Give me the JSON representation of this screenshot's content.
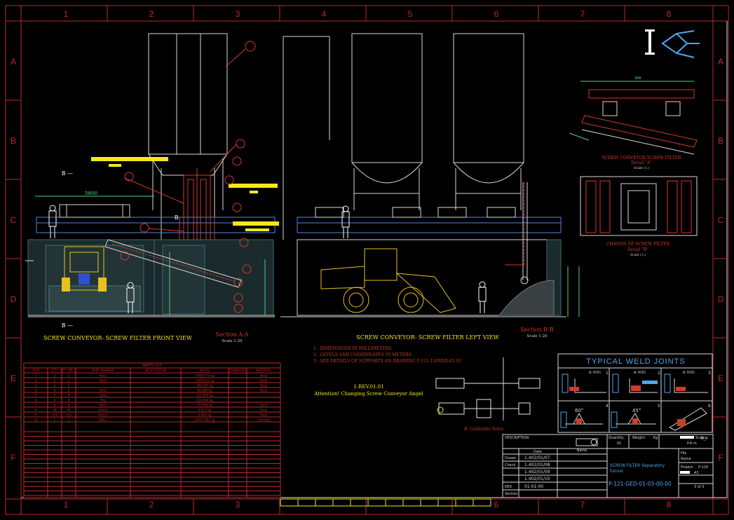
{
  "border": {
    "columns": [
      "1",
      "2",
      "3",
      "4",
      "5",
      "6",
      "7",
      "8"
    ],
    "rows": [
      "A",
      "B",
      "C",
      "D",
      "E",
      "F"
    ]
  },
  "views": {
    "front_title": "SCREW CONVEYOR-  SCREW FILTER FRONT VIEW",
    "section_aa": "Section A-A",
    "section_aa_scale": "Scale 1:20",
    "left_title": "SCREW CONVEYOR-  SCREW FILTER LEFT VIEW",
    "section_bb": "Section B-B",
    "section_bb_scale": "Scale 1:20",
    "detail_a_title": "SCREW CONVEYOR  SCREW FILTER",
    "detail_a": "Detail \"A\"",
    "detail_a_scale": "Scale (1:)",
    "detail_b_title": "CHASSIS OF SCREW FILTER",
    "detail_b": "Detail \"B\"",
    "detail_b_scale": "Scale (1:)",
    "section_marker_b": "B",
    "dim_top": "5800",
    "dim_left_a": "946"
  },
  "notes": {
    "line1": "1.- DIMENSIONS IN MILLIMETERS.",
    "line2": "2.- LEVELS AND COORDINATES IN METERS.",
    "line3": "3.- SEE DETAILS OF SUPPORTS ON DRAWING P-121-13/WED-01-01"
  },
  "revision_note": {
    "rev": "1.REV.01.01",
    "text": "Attention! Changing Screw Conveyor Angel"
  },
  "guillotine_label": "B- Guillotine Valve",
  "weld": {
    "title": "TYPICAL WELD JOINTS",
    "emin": "e min",
    "angles": [
      "60°",
      "45°"
    ],
    "cells": [
      "1",
      "2",
      "3",
      "4",
      "5",
      "6"
    ]
  },
  "parts": {
    "caption": "PARTS LIST",
    "headers": [
      "ITEM",
      "QTY",
      "QTY ON Q.",
      "PART NUMBER",
      "DESCRIPTION",
      "MASS",
      "STANDARD",
      "MATERIAL"
    ],
    "rows": [
      [
        "1",
        "2",
        "2",
        "Part1",
        "",
        "4708,075 kg",
        "",
        "Steel"
      ],
      [
        "2",
        "2",
        "2",
        "Part2",
        "",
        "1205,521 kg",
        "",
        "Steel"
      ],
      [
        "3",
        "2",
        "2",
        "",
        "",
        "300,267 kg",
        "",
        "Steel"
      ],
      [
        "4",
        "8",
        "8",
        "Part3",
        "",
        "60,966 kg",
        "",
        "Steel"
      ],
      [
        "5",
        "8",
        "8",
        "Lable",
        "",
        "121,004 kg",
        "",
        ""
      ],
      [
        "6",
        "8",
        "8",
        "Pkg",
        "",
        "124,694 kg",
        "",
        ""
      ],
      [
        "7",
        "6",
        "6",
        "Part1",
        "",
        "35,546 kg",
        "",
        "Steel"
      ],
      [
        "8",
        "48",
        "48",
        "Part12",
        "",
        "4,812 kg",
        "",
        "Steel"
      ],
      [
        "9",
        "211",
        "211",
        "Part13",
        "",
        "0,400 kg",
        "",
        "Steel"
      ],
      [
        "10",
        "1",
        "1",
        "WALL",
        "",
        "22007,062 kg",
        "",
        "Concrete"
      ]
    ]
  },
  "title_block": {
    "description_label": "DESCRIPTION:",
    "quantity_label": "Quantity:",
    "quantity_value": "01",
    "weight_label": "Weight:",
    "weight_unit": "Kg",
    "scale_label": "Scale:",
    "scale_value": "N_A",
    "scale_unit": "P.A   m",
    "date_label": "Date",
    "name_label": "Name",
    "drawn_label": "Drawn",
    "check_label": "Check",
    "drawn_date": "1.402/01/07",
    "check_date": "1.402/01/08",
    "date3": "1.402/01/09",
    "date4": "1.402/01/10",
    "rev_label": "REV.",
    "rev_value": "01-01-00",
    "section_label": "Section\nNo.",
    "desc_text_1": "SCREW FILTER Separatory",
    "desc_text_2": "funnel",
    "drawing_no": "P-121-GED-01-03-00-00",
    "file_label": "File",
    "name2_label": "Name",
    "project_label": "Project:",
    "project_value": "P-120",
    "size_value": "A3",
    "sheet_value": "3 of 3"
  }
}
